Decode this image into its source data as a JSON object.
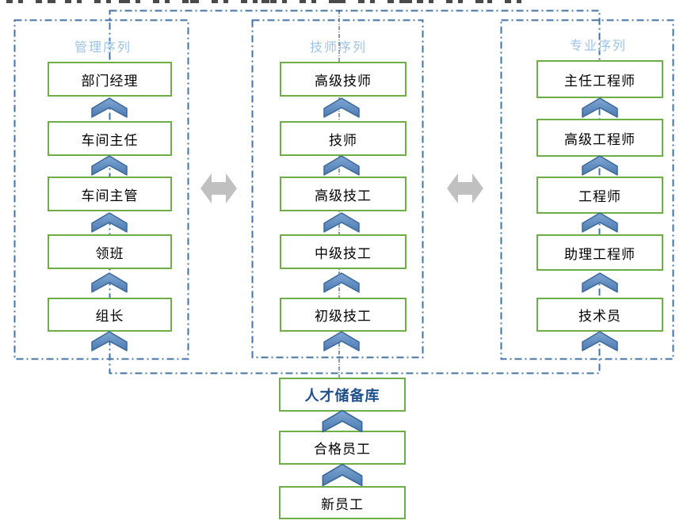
{
  "diagram": {
    "sequences": [
      {
        "title": "管理序列",
        "levels": [
          "部门经理",
          "车间主任",
          "车间主管",
          "领班",
          "组长"
        ]
      },
      {
        "title": "技师序列",
        "levels": [
          "高级技师",
          "技师",
          "高级技工",
          "中级技工",
          "初级技工"
        ]
      },
      {
        "title": "专业序列",
        "levels": [
          "主任工程师",
          "高级工程师",
          "工程师",
          "助理工程师",
          "技术员"
        ]
      }
    ],
    "pipeline": {
      "pool": "人才储备库",
      "qualified": "合格员工",
      "new": "新员工"
    },
    "colors": {
      "level_box_border": "#6FAD47",
      "dash_border_blue": "#4273A3",
      "center_line_navy": "#17375E",
      "chevron_fill": "#4F81BD",
      "chevron_stroke": "#3A689C",
      "double_arrow_gray": "#C0C0C0",
      "sequence_title_text": "#9DC3E6",
      "pool_text": "#1F4E8C",
      "level_text": "#000000"
    }
  }
}
